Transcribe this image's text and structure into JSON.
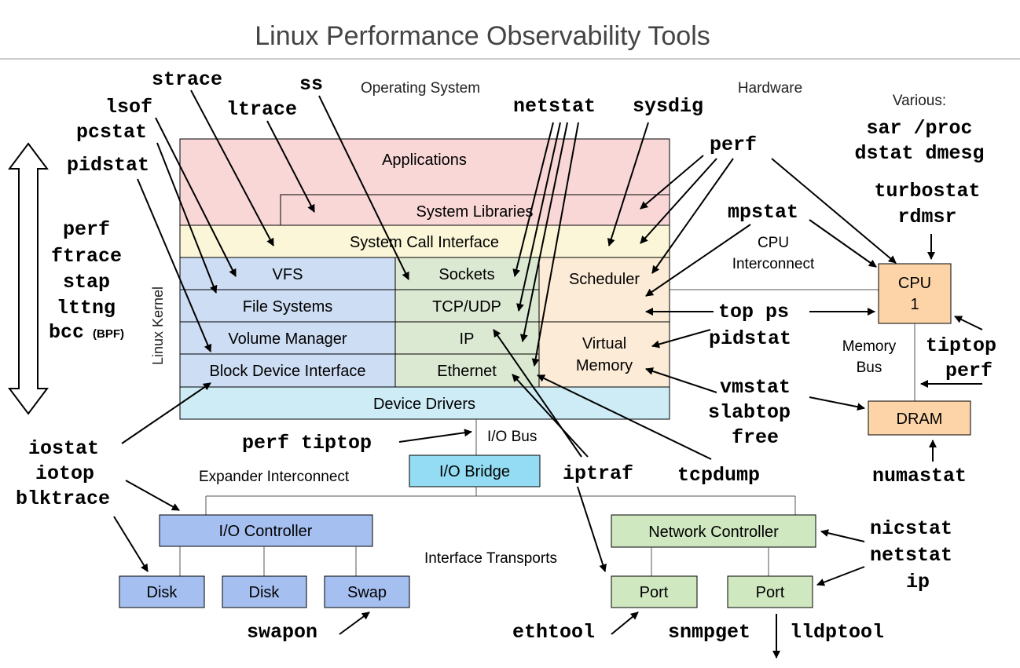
{
  "title": "Linux Performance Observability Tools",
  "regions": {
    "operating_system": "Operating System",
    "hardware": "Hardware",
    "various": "Various:",
    "linux_kernel": "Linux Kernel",
    "cpu_interconnect": [
      "CPU",
      "Interconnect"
    ],
    "memory_bus": [
      "Memory",
      "Bus"
    ],
    "io_bus": "I/O Bus",
    "expander_interconnect": "Expander Interconnect",
    "interface_transports": "Interface Transports"
  },
  "stack": {
    "applications": "Applications",
    "system_libraries": "System Libraries",
    "system_call_interface": "System Call Interface",
    "vfs": "VFS",
    "file_systems": "File Systems",
    "volume_manager": "Volume Manager",
    "block_device_interface": "Block Device Interface",
    "sockets": "Sockets",
    "tcp_udp": "TCP/UDP",
    "ip": "IP",
    "ethernet": "Ethernet",
    "scheduler": "Scheduler",
    "virtual_memory": [
      "Virtual",
      "Memory"
    ],
    "device_drivers": "Device Drivers"
  },
  "hardware": {
    "cpu": [
      "CPU",
      "1"
    ],
    "dram": "DRAM",
    "io_bridge": "I/O Bridge",
    "io_controller": "I/O Controller",
    "disk1": "Disk",
    "disk2": "Disk",
    "swap": "Swap",
    "network_controller": "Network Controller",
    "port1": "Port",
    "port2": "Port"
  },
  "tools": {
    "strace": "strace",
    "ss": "ss",
    "lsof": "lsof",
    "ltrace": "ltrace",
    "pcstat": "pcstat",
    "pidstat_left": "pidstat",
    "netstat_top": "netstat",
    "sysdig": "sysdig",
    "various_line1": "sar /proc",
    "various_line2": "dstat dmesg",
    "perf_top": "perf",
    "turbostat": "turbostat",
    "rdmsr": "rdmsr",
    "mpstat": "mpstat",
    "tracing": [
      "perf",
      "ftrace",
      "stap",
      "lttng",
      "bcc"
    ],
    "bpf_note": "(BPF)",
    "top_ps": "top ps",
    "pidstat_right": "pidstat",
    "tiptop_right": "tiptop",
    "perf_right": "perf",
    "vmstat": "vmstat",
    "slabtop": "slabtop",
    "free": "free",
    "perf_tiptop": "perf tiptop",
    "iostat": "iostat",
    "iotop": "iotop",
    "blktrace": "blktrace",
    "iptraf": "iptraf",
    "tcpdump": "tcpdump",
    "numastat": "numastat",
    "nicstat": "nicstat",
    "netstat_bottom": "netstat",
    "ip_tool": "ip",
    "swapon": "swapon",
    "ethtool": "ethtool",
    "snmpget": "snmpget",
    "lldptool": "lldptool"
  }
}
